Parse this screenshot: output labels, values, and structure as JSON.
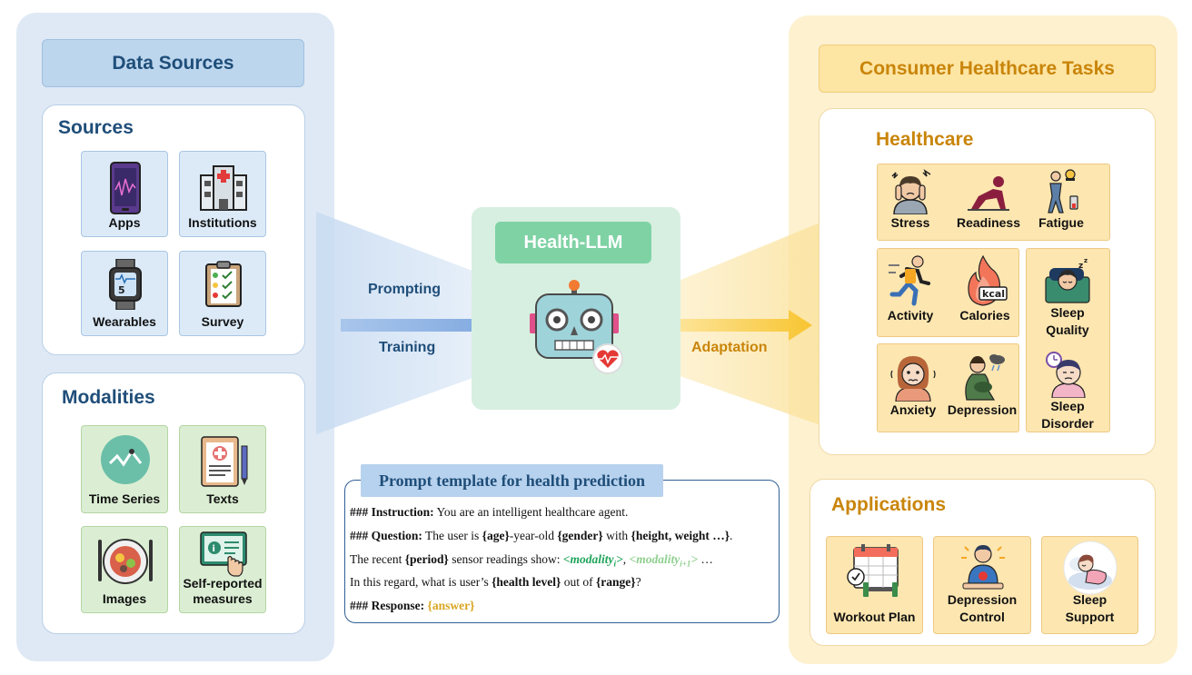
{
  "data_sources": {
    "title": "Data Sources",
    "sources": {
      "title": "Sources",
      "items": [
        {
          "label": "Apps",
          "icon": "smartphone-icon"
        },
        {
          "label": "Institutions",
          "icon": "hospital-icon"
        },
        {
          "label": "Wearables",
          "icon": "smartwatch-icon"
        },
        {
          "label": "Survey",
          "icon": "survey-clipboard-icon"
        }
      ]
    },
    "modalities": {
      "title": "Modalities",
      "items": [
        {
          "label": "Time Series",
          "icon": "time-series-icon"
        },
        {
          "label": "Texts",
          "icon": "medical-document-icon"
        },
        {
          "label": "Images",
          "icon": "food-plate-icon"
        },
        {
          "label": "Self-reported measures",
          "line1": "Self-reported",
          "line2": "measures",
          "icon": "tablet-info-icon"
        }
      ]
    }
  },
  "center": {
    "model_title": "Health-LLM",
    "arrow_left_top": "Prompting",
    "arrow_left_bottom": "Training",
    "arrow_right": "Adaptation",
    "model_icon": "robot-heart-icon"
  },
  "prompt": {
    "title": "Prompt template for health prediction",
    "instruction_label": "### Instruction:",
    "instruction_text": " You are an intelligent healthcare agent.",
    "question_label": "### Question:",
    "q_pre": " The user is ",
    "q_age": "{age}",
    "q_mid1": "-year-old ",
    "q_gender": "{gender}",
    "q_mid2": " with ",
    "q_hw": "{height, weight …}",
    "q_end": ".",
    "r_pre": "The recent ",
    "r_period": "{period}",
    "r_mid": " sensor readings show: ",
    "mod1": "<modality",
    "mod1_sub": "i",
    "mod1_end": ">",
    "comma": ", ",
    "mod2": "<modality",
    "mod2_sub": "i+1",
    "mod2_end": ">",
    "ellipsis": " …",
    "h_pre": "In this regard, what is user’s ",
    "h_level": "{health level}",
    "h_mid": " out of ",
    "h_range": "{range}",
    "h_end": "?",
    "response_label": "### Response:",
    "response_value": " {answer}"
  },
  "consumer": {
    "title": "Consumer Healthcare Tasks",
    "healthcare": {
      "title": "Healthcare",
      "row1": [
        {
          "label": "Stress",
          "icon": "stress-icon"
        },
        {
          "label": "Readiness",
          "icon": "readiness-icon"
        },
        {
          "label": "Fatigue",
          "icon": "fatigue-icon"
        }
      ],
      "row2": [
        {
          "label": "Activity",
          "icon": "running-icon"
        },
        {
          "label": "Calories",
          "icon": "calories-flame-icon"
        }
      ],
      "row3": [
        {
          "label": "Anxiety",
          "icon": "anxiety-icon"
        },
        {
          "label": "Depression",
          "icon": "depression-icon"
        }
      ],
      "sleep_quality": {
        "line1": "Sleep",
        "line2": "Quality",
        "icon": "sleeping-icon"
      },
      "sleep_disorder": {
        "line1": "Sleep",
        "line2": "Disorder",
        "icon": "sleep-disorder-icon"
      },
      "kcal": "kcal"
    },
    "applications": {
      "title": "Applications",
      "items": [
        {
          "line1": "Workout Plan",
          "line2": "",
          "icon": "workout-calendar-icon"
        },
        {
          "line1": "Depression",
          "line2": "Control",
          "icon": "meditation-icon"
        },
        {
          "line1": "Sleep",
          "line2": "Support",
          "icon": "sleep-support-icon"
        }
      ]
    }
  },
  "colors": {
    "blue_title": "#1f4e79",
    "gold_title": "#c9850a",
    "llm_green": "#7fd2a4",
    "arrow_blue": "#8fb4e3",
    "arrow_yellow": "#f8c531"
  }
}
